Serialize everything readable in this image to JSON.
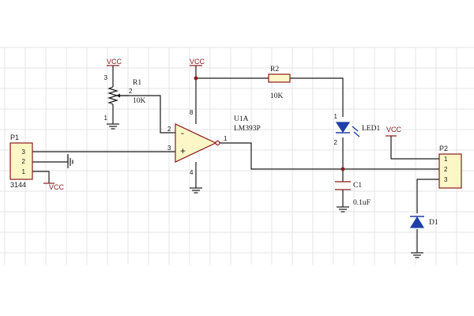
{
  "power_label": "VCC",
  "components": {
    "p1": {
      "ref": "P1",
      "part": "3144",
      "pins": [
        "3",
        "2",
        "1"
      ]
    },
    "p2": {
      "ref": "P2",
      "pins": [
        "1",
        "2",
        "3"
      ]
    },
    "r1": {
      "ref": "R1",
      "value": "10K",
      "pins": {
        "top": "3",
        "wiper": "2",
        "bottom": "1"
      }
    },
    "r2": {
      "ref": "R2",
      "value": "10K"
    },
    "u1": {
      "ref": "U1A",
      "part": "LM393P",
      "pins": {
        "inv": "2",
        "noninv": "3",
        "out": "1",
        "vcc": "8",
        "gnd": "4"
      },
      "signs": {
        "minus": "-",
        "plus": "+"
      }
    },
    "led": {
      "ref": "LED1",
      "pins": {
        "anode": "1",
        "cathode": "2"
      }
    },
    "c1": {
      "ref": "C1",
      "value": "0.1uF"
    },
    "d1": {
      "ref": "D1"
    }
  },
  "colors": {
    "wire": "#1b1b1b",
    "component_outline": "#8b1a1a",
    "component_fill": "#fdf7c8",
    "diode_fill": "#1f3fa8",
    "grid": "#e4e4e4"
  }
}
